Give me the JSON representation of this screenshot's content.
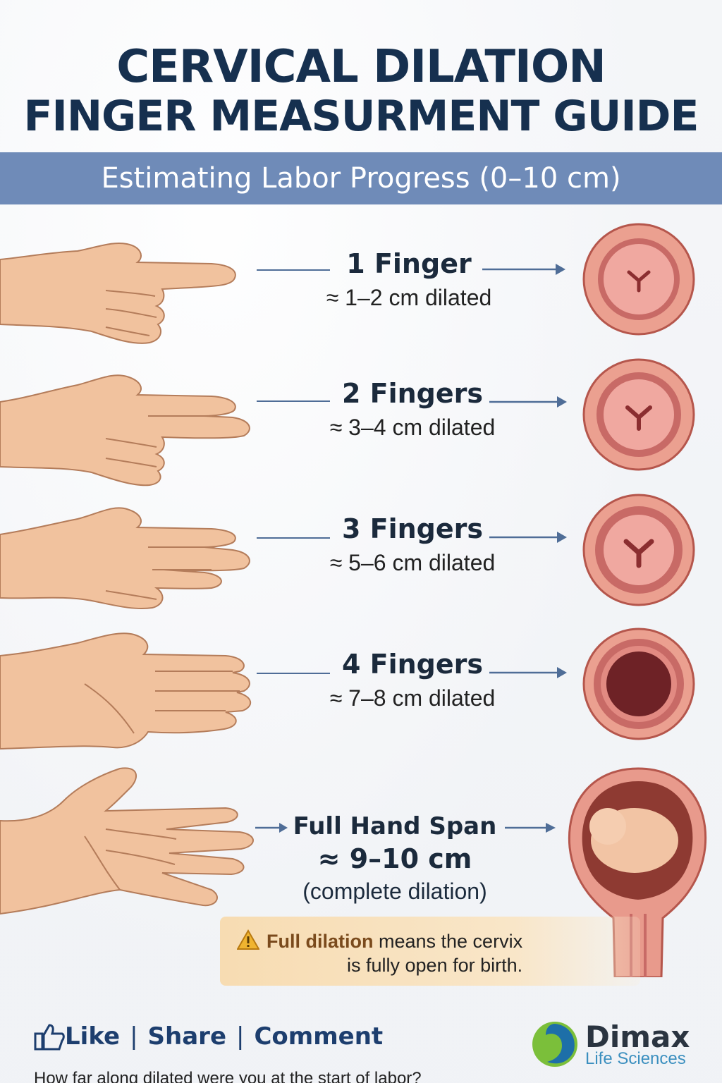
{
  "title_line1": "CERVICAL DILATION",
  "title_line2": "FINGER MEASURMENT GUIDE",
  "subtitle": "Estimating Labor Progress (0–10 cm)",
  "rows": [
    {
      "label": "1 Finger",
      "range": "≈ 1–2 cm dilated"
    },
    {
      "label": "2 Fingers",
      "range": "≈ 3–4 cm dilated"
    },
    {
      "label": "3 Fingers",
      "range": "≈ 5–6 cm dilated"
    },
    {
      "label": "4 Fingers",
      "range": "≈ 7–8 cm dilated"
    }
  ],
  "final": {
    "label": "Full Hand Span",
    "range": "≈ 9–10 cm",
    "note": "(complete dilation)"
  },
  "callout": {
    "bold": "Full dilation",
    "text1": " means the cervix",
    "text2": "is fully open for birth."
  },
  "social": {
    "like": "Like",
    "share": "Share",
    "comment": "Comment",
    "sep": "|"
  },
  "brand": {
    "name": "Dimax",
    "sub": "Life Sciences"
  },
  "question": "How far along dilated were you at the start of labor?",
  "colors": {
    "title": "#16304f",
    "band": "#6f8bb8",
    "skin": "#f3c7a4",
    "cervix": "#e58a84",
    "callout": "#f7dcb2"
  },
  "icons": [
    "hand-icon",
    "arrow-right-icon",
    "cervix-icon",
    "fetus-icon",
    "warning-icon",
    "thumbs-up-icon",
    "dimax-logo-icon"
  ]
}
